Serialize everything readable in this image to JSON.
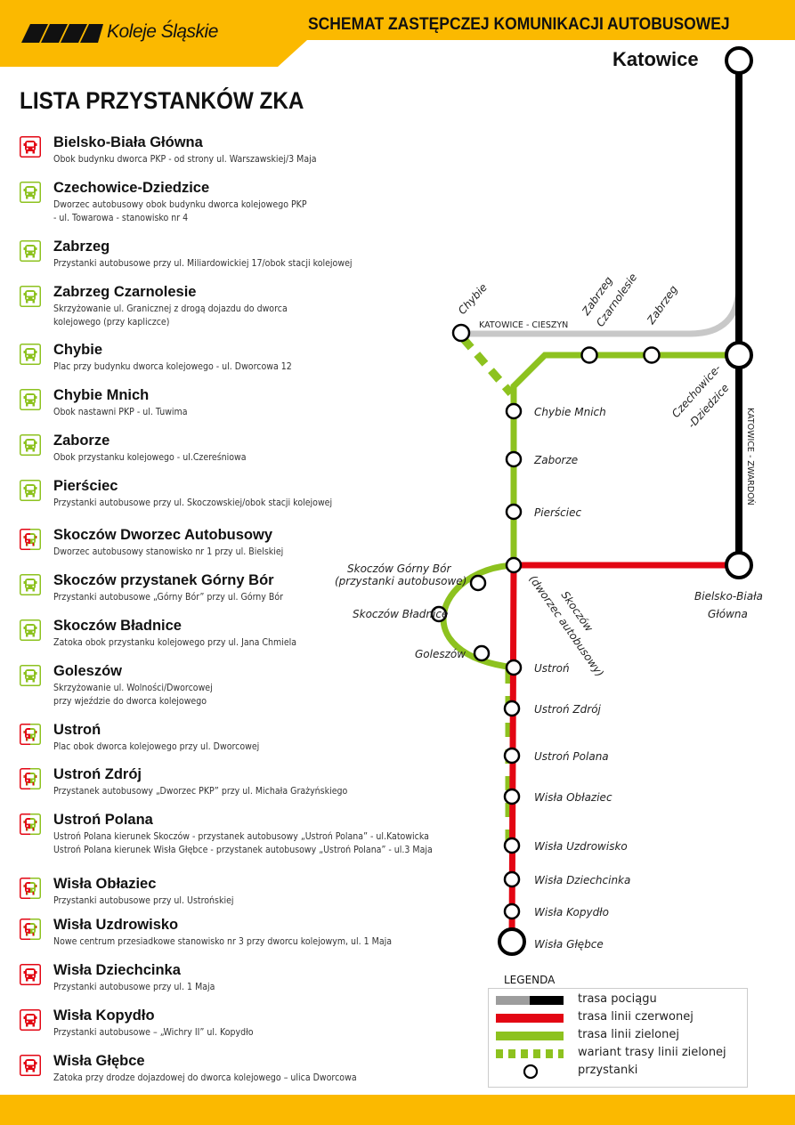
{
  "header": {
    "brand": "Koleje Śląskie",
    "title": "SCHEMAT ZASTĘPCZEJ KOMUNIKACJI AUTOBUSOWEJ"
  },
  "colors": {
    "yellow": "#fbb900",
    "red": "#e30613",
    "green": "#8dc21f",
    "grey": "#c8c8c8",
    "black": "#000000"
  },
  "list": {
    "title": "LISTA PRZYSTANKÓW ZKA",
    "stops": [
      {
        "name": "Bielsko-Biała Główna",
        "desc": [
          "Obok budynku dworca PKP - od strony ul. Warszawskiej/3 Maja"
        ],
        "icon": "bus-red"
      },
      {
        "name": "Czechowice-Dziedzice",
        "desc": [
          "Dworzec autobusowy obok budynku dworca kolejowego PKP",
          "- ul. Towarowa - stanowisko nr 4"
        ],
        "icon": "bus-green"
      },
      {
        "name": "Zabrzeg",
        "desc": [
          "Przystanki  autobusowe przy ul. Miliardowickiej 17/obok stacji kolejowej"
        ],
        "icon": "bus-green"
      },
      {
        "name": "Zabrzeg Czarnolesie",
        "desc": [
          "Skrzyżowanie ul. Granicznej  z drogą dojazdu do dworca",
          "kolejowego (przy kapliczce)"
        ],
        "icon": "bus-green"
      },
      {
        "name": "Chybie",
        "desc": [
          "Plac przy budynku dworca kolejowego - ul. Dworcowa 12"
        ],
        "icon": "bus-green"
      },
      {
        "name": "Chybie Mnich",
        "desc": [
          "Obok nastawni PKP - ul. Tuwima"
        ],
        "icon": "bus-green"
      },
      {
        "name": "Zaborze",
        "desc": [
          "Obok przystanku kolejowego - ul.Czereśniowa"
        ],
        "icon": "bus-green"
      },
      {
        "name": "Pierściec",
        "desc": [
          "Przystanki autobusowe przy ul. Skoczowskiej/obok stacji kolejowej"
        ],
        "icon": "bus-green"
      },
      {
        "name": "Skoczów Dworzec Autobusowy",
        "desc": [
          "Dworzec autobusowy stanowisko nr 1 przy ul. Bielskiej"
        ],
        "icon": "bus-mixed"
      },
      {
        "name": "Skoczów przystanek Górny Bór",
        "desc": [
          "Przystanki autobusowe „Górny Bór” przy ul. Górny Bór"
        ],
        "icon": "bus-green"
      },
      {
        "name": "Skoczów Bładnice",
        "desc": [
          "Zatoka obok przystanku kolejowego przy ul. Jana Chmiela"
        ],
        "icon": "bus-green"
      },
      {
        "name": "Goleszów",
        "desc": [
          "Skrzyżowanie ul. Wolności/Dworcowej",
          "przy wjeździe do dworca kolejowego"
        ],
        "icon": "bus-green"
      },
      {
        "name": "Ustroń",
        "desc": [
          "Plac obok dworca kolejowego przy ul. Dworcowej"
        ],
        "icon": "bus-mixed"
      },
      {
        "name": "Ustroń Zdrój",
        "desc": [
          "Przystanek autobusowy „Dworzec PKP” przy ul. Michała Grażyńskiego"
        ],
        "icon": "bus-mixed"
      },
      {
        "name": "Ustroń Polana",
        "desc": [
          "Ustroń Polana kierunek Skoczów - przystanek autobusowy „Ustroń Polana”  - ul.Katowicka",
          "Ustroń Polana kierunek Wisła Głębce - przystanek autobusowy „Ustroń Polana” - ul.3 Maja"
        ],
        "icon": "bus-mixed"
      },
      {
        "name": "Wisła Obłaziec",
        "desc": [
          "Przystanki autobusowe przy ul. Ustrońskiej"
        ],
        "icon": "bus-mixed"
      },
      {
        "name": "Wisła Uzdrowisko",
        "desc": [
          "Nowe centrum przesiadkowe stanowisko nr 3 przy dworcu kolejowym, ul. 1 Maja"
        ],
        "icon": "bus-mixed"
      },
      {
        "name": "Wisła Dziechcinka",
        "desc": [
          "Przystanki autobusowe przy ul. 1 Maja"
        ],
        "icon": "bus-red"
      },
      {
        "name": "Wisła Kopydło",
        "desc": [
          "Przystanki  autobusowe – „Wichry II” ul. Kopydło"
        ],
        "icon": "bus-red"
      },
      {
        "name": "Wisła Głębce",
        "desc": [
          "Zatoka przy drodze dojazdowej do dworca kolejowego  – ulica Dworcowa"
        ],
        "icon": "bus-red"
      }
    ]
  },
  "map": {
    "katowice": "Katowice",
    "line_katowice_cieszyn": "KATOWICE - CIESZYN",
    "line_katowice_zwardon": "KATOWICE - ZWARDOŃ",
    "labels": {
      "chybie": "Chybie",
      "zabrzeg_czarnolesie_1": "Zabrzeg",
      "zabrzeg_czarnolesie_2": "Czarnolesie",
      "zabrzeg": "Zabrzeg",
      "czechowice_1": "Czechowice-",
      "czechowice_2": "-Dziedzice",
      "chybie_mnich": "Chybie Mnich",
      "zaborze": "Zaborze",
      "pierściec": "Pierściec",
      "gorny_bor_1": "Skoczów Górny Bór",
      "gorny_bor_2": "(przystanki autobusowe)",
      "bladnice": "Skoczów Bładnice",
      "goleszow": "Goleszów",
      "skoczow_1": "Skoczów",
      "skoczow_2": "(dworzec autobusowy)",
      "bielsko_1": "Bielsko-Biała",
      "bielsko_2": "Główna",
      "ustron": "Ustroń",
      "ustron_zdroj": "Ustroń Zdrój",
      "ustron_polana": "Ustroń Polana",
      "wisla_oblaziec": "Wisła Obłaziec",
      "wisla_uzdrowisko": "Wisła Uzdrowisko",
      "wisla_dziechcinka": "Wisła Dziechcinka",
      "wisla_kopydlo": "Wisła Kopydło",
      "wisla_glebce": "Wisła Głębce"
    }
  },
  "legend": {
    "title": "LEGENDA",
    "items": [
      {
        "label": "trasa pociągu"
      },
      {
        "label": "trasa linii czerwonej"
      },
      {
        "label": "trasa linii zielonej"
      },
      {
        "label": "wariant trasy linii zielonej"
      },
      {
        "label": "przystanki"
      }
    ]
  }
}
